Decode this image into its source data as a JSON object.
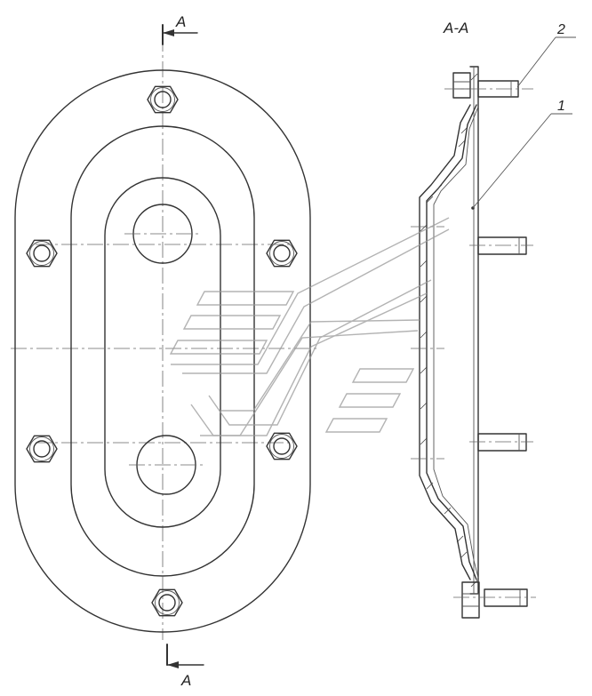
{
  "section": {
    "title": "A-A",
    "cut_letter_top": "A",
    "cut_letter_bottom": "A"
  },
  "callouts": [
    {
      "id": "part-1",
      "label": "1"
    },
    {
      "id": "part-2",
      "label": "2"
    }
  ],
  "colors": {
    "line": "#333333",
    "watermark": "#9a9a9a",
    "background": "#ffffff"
  }
}
